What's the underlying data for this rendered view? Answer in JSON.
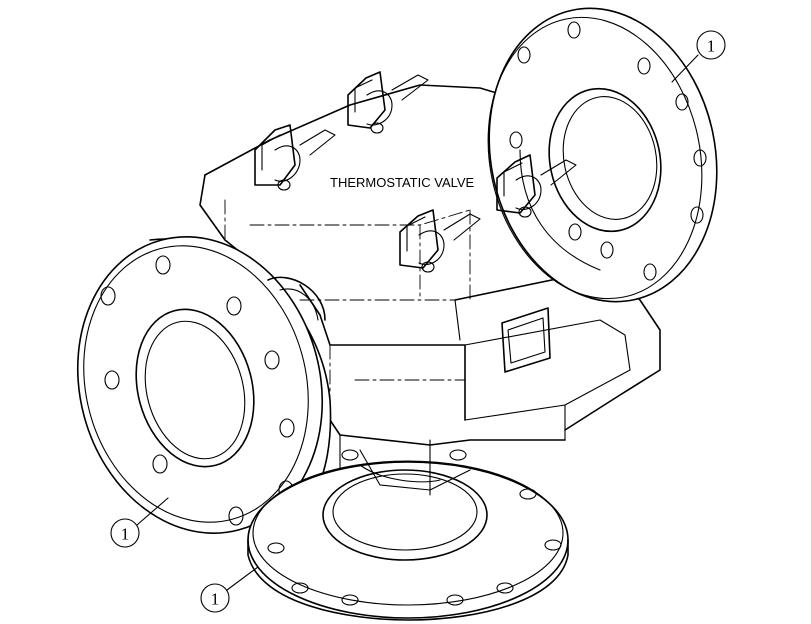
{
  "diagram": {
    "component_label": "THERMOSTATIC VALVE",
    "callouts": [
      {
        "id": "top-right",
        "text": "1"
      },
      {
        "id": "bottom-left",
        "text": "1"
      },
      {
        "id": "bottom",
        "text": "1"
      }
    ]
  }
}
